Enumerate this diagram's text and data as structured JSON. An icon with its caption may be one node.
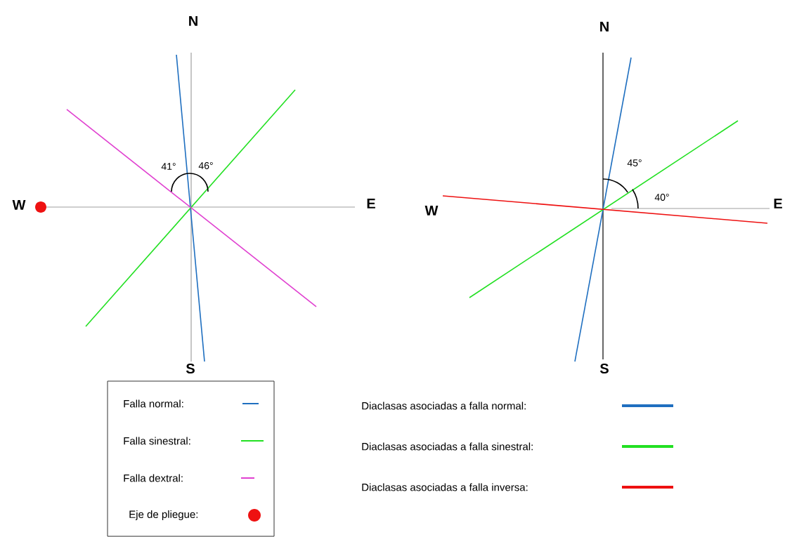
{
  "diagram": {
    "labels": [
      "N",
      "41°",
      "46°",
      "W",
      "E",
      "S",
      "N",
      "45°",
      "40°",
      "W",
      "E",
      "S"
    ],
    "legend": [
      {
        "text": "Falla normal:"
      },
      {
        "text": "Falla sinestral:"
      },
      {
        "text": "Falla dextral:"
      },
      {
        "text": "Eje de pliegue:"
      },
      {
        "text": "Diaclasas asociadas a falla normal:"
      },
      {
        "text": "Diaclasas asociadas a falla sinestral:"
      },
      {
        "text": "Diaclasas asociadas a falla inversa:"
      }
    ]
  }
}
